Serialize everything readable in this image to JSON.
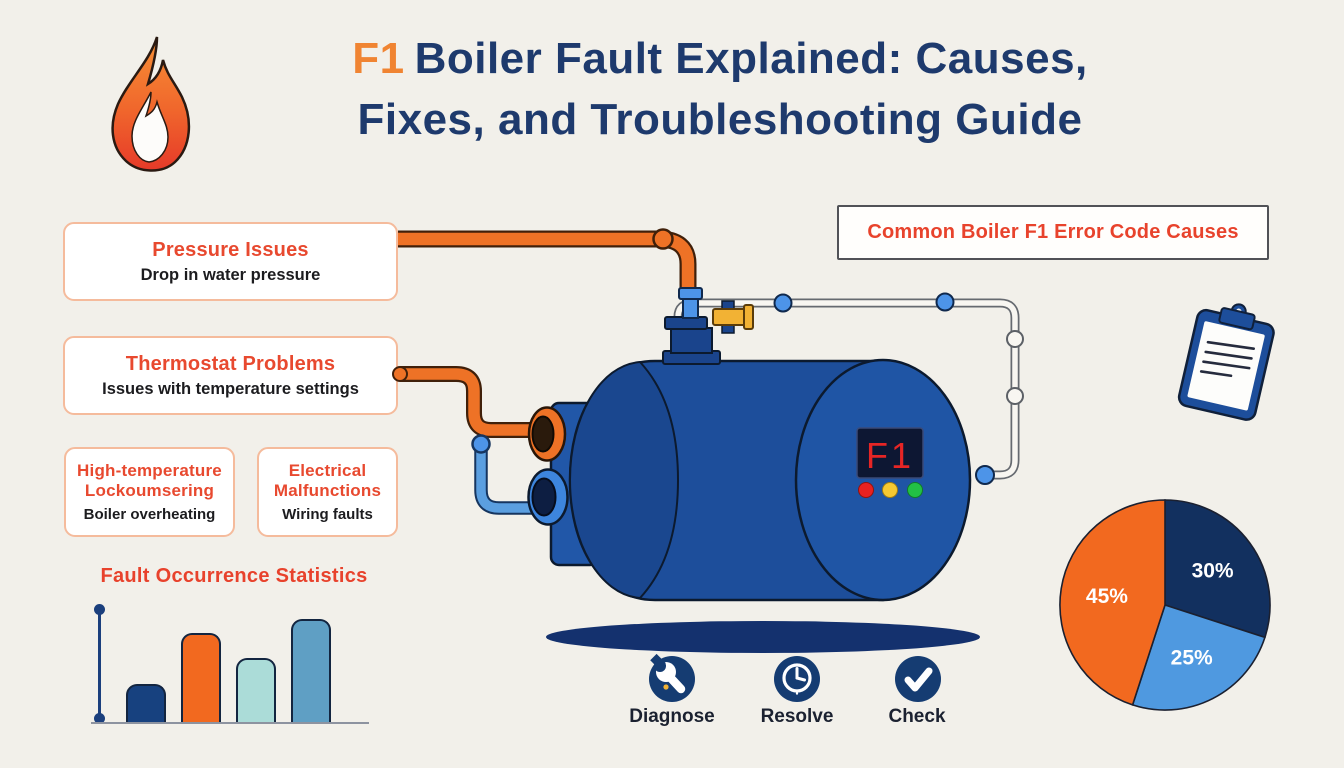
{
  "header": {
    "title_f1": "F1",
    "title_line1_rest": "Boiler Fault Explained: Causes,",
    "title_line2": "Fixes, and Troubleshooting Guide",
    "flame_icon": "flame-icon"
  },
  "cause_boxes": [
    {
      "title": "Pressure Issues",
      "subtitle": "Drop in water pressure"
    },
    {
      "title": "Thermostat Problems",
      "subtitle": "Issues with temperature settings"
    },
    {
      "title": "High-temperature Lockoumsering",
      "subtitle": "Boiler overheating"
    },
    {
      "title": "Electrical Malfunctions",
      "subtitle": "Wiring faults"
    }
  ],
  "stats_heading": "Fault Occurrence Statistics",
  "causes_banner": "Common Boiler F1 Error Code Causes",
  "boiler": {
    "display_code": "F1",
    "indicator_lights": [
      "red",
      "yellow",
      "green"
    ],
    "icons": [
      "pressure-pipe-orange",
      "thermostat-pipe-orange",
      "return-pipe-blue",
      "bypass-pipe-white",
      "vent-valve-yellow",
      "clipboard-icon"
    ]
  },
  "steps": [
    {
      "label": "Diagnose",
      "icon": "wrench-icon"
    },
    {
      "label": "Resolve",
      "icon": "clock-icon"
    },
    {
      "label": "Check",
      "icon": "check-icon"
    }
  ],
  "colors": {
    "background": "#f2f0ea",
    "title_navy": "#1e3a6d",
    "accent_orange": "#f08432",
    "heading_red": "#e8432c",
    "box_border_peach": "#f5bb9c",
    "boiler_blue": "#1d4e9b",
    "pipe_orange": "#ee7226",
    "pipe_blue": "#4d94e8",
    "valve_yellow": "#f2b234",
    "display_bg": "#0d1733",
    "display_code_red": "#e62525",
    "light_red": "#e8211f",
    "light_yellow": "#f5c832",
    "light_green": "#22c045",
    "step_circle_navy": "#153c72"
  },
  "chart_data": [
    {
      "type": "bar",
      "title": "Fault Occurrence Statistics",
      "categories": [
        "",
        "",
        "",
        ""
      ],
      "values": [
        33,
        78,
        56,
        90
      ],
      "value_note": "no numeric axis labels shown; values estimated as % of axis height",
      "colors": [
        "#17417f",
        "#f2691f",
        "#abdcd8",
        "#5f9fc4"
      ],
      "xlabel": "",
      "ylabel": "",
      "grid": false,
      "legend": false
    },
    {
      "type": "pie",
      "title": "",
      "slices": [
        {
          "label": "30%",
          "value": 30,
          "color": "#12305f"
        },
        {
          "label": "25%",
          "value": 25,
          "color": "#4f99e0"
        },
        {
          "label": "45%",
          "value": 45,
          "color": "#f2691f"
        }
      ],
      "start_angle_deg": 0,
      "direction": "clockwise",
      "legend": false
    }
  ]
}
